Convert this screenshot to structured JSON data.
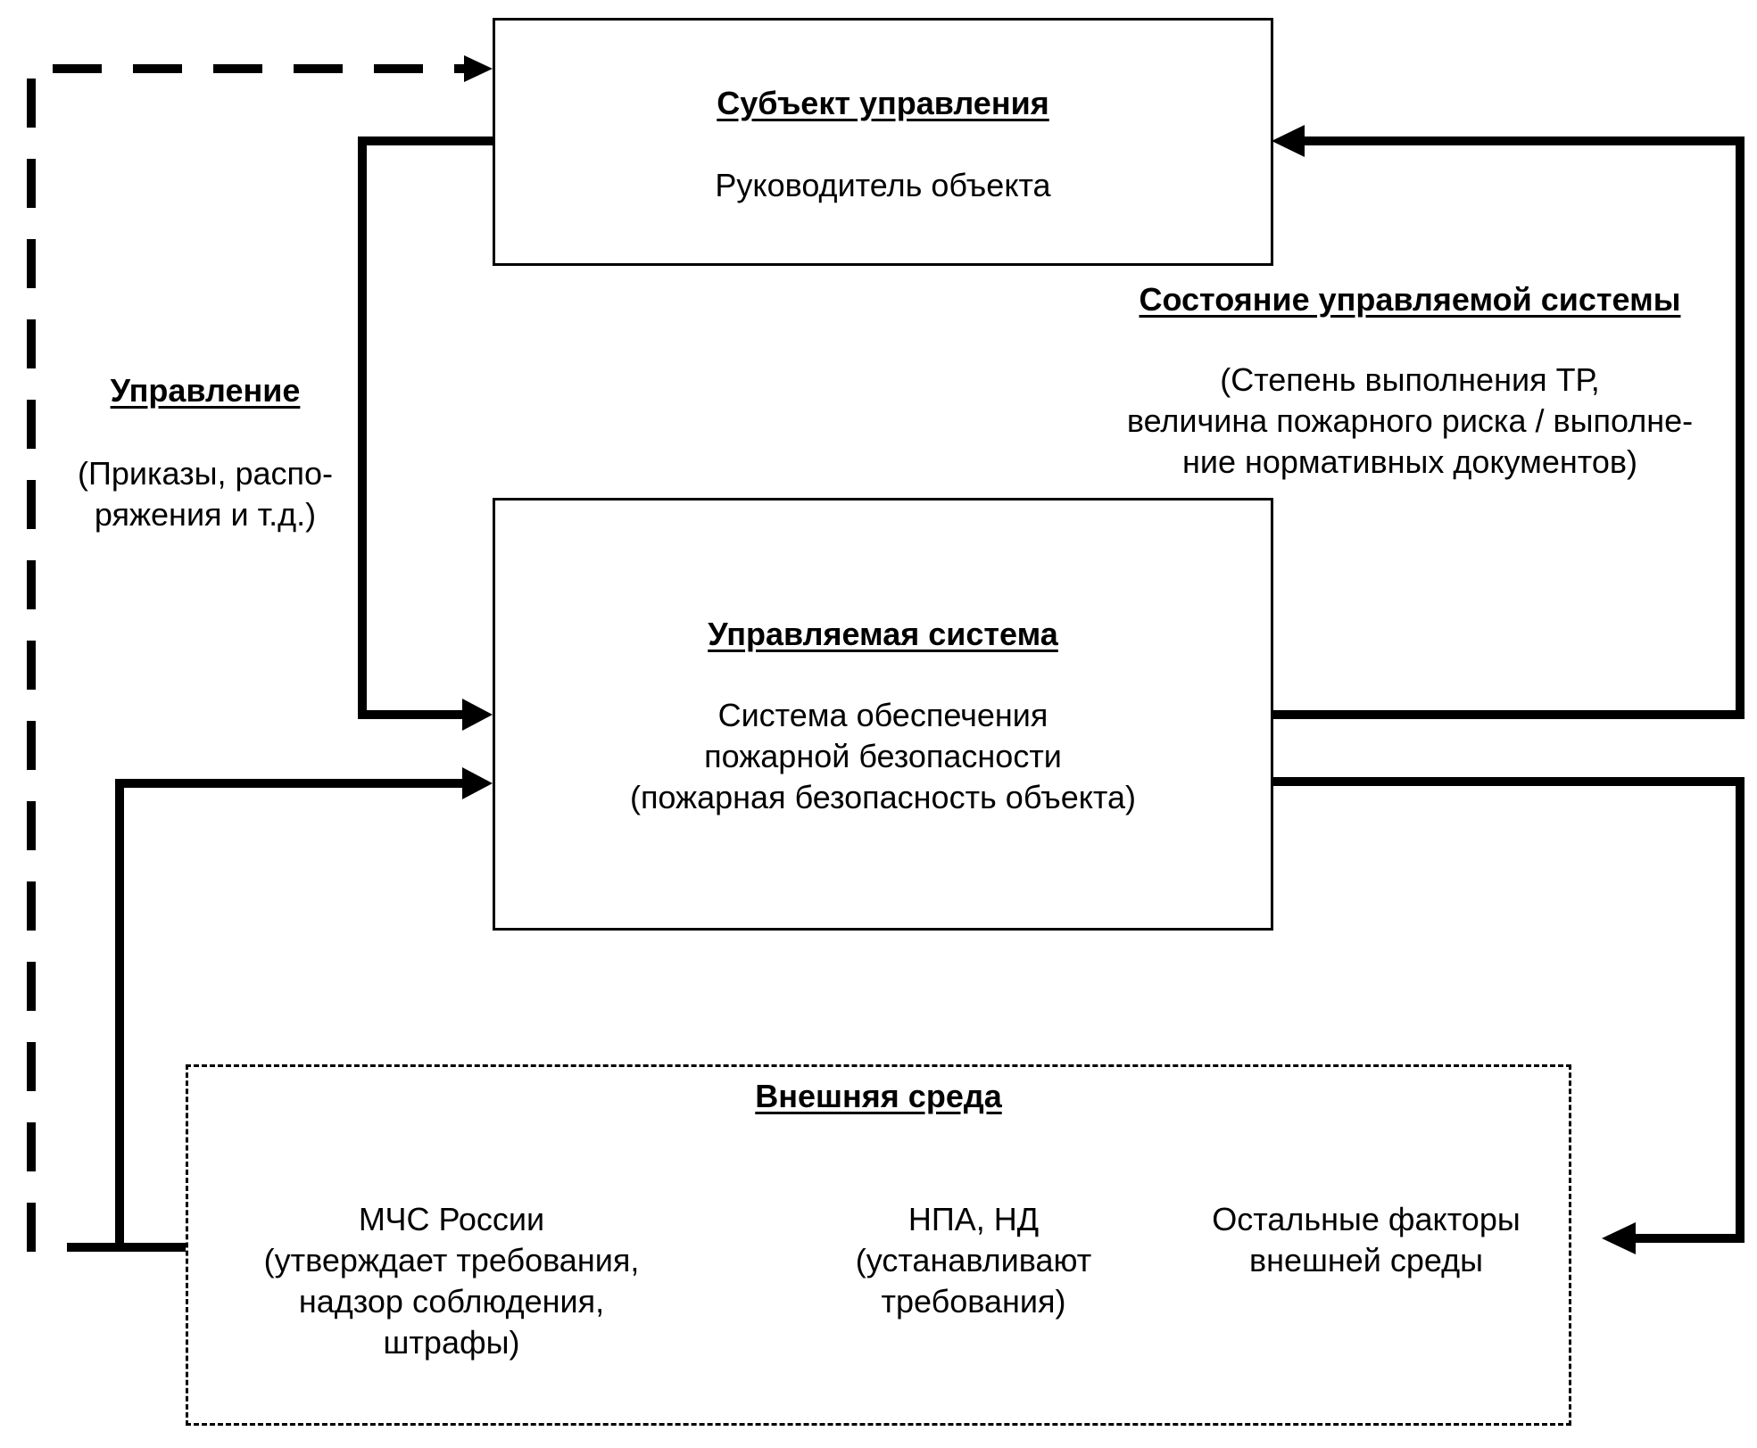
{
  "subject_box": {
    "title": "Субъект управления",
    "body": "Руководитель объекта"
  },
  "managed_system_box": {
    "title": "Управляемая система",
    "body": "Система обеспечения\nпожарной безопасности\n(пожарная безопасность объекта)"
  },
  "control_label": {
    "title": "Управление",
    "body": "(Приказы, распо-\nряжения и т.д.)"
  },
  "state_label": {
    "title": "Состояние управляемой системы",
    "body": "(Степень выполнения ТР,\nвеличина пожарного риска / выполне-\nние нормативных документов)"
  },
  "external_environment": {
    "title": "Внешняя среда",
    "items": [
      "МЧС России\n(утверждает требования,\nнадзор соблюдения,\nштрафы)",
      "НПА, НД\n(устанавливают\nтребования)",
      "Остальные факторы\nвнешней среды"
    ]
  }
}
